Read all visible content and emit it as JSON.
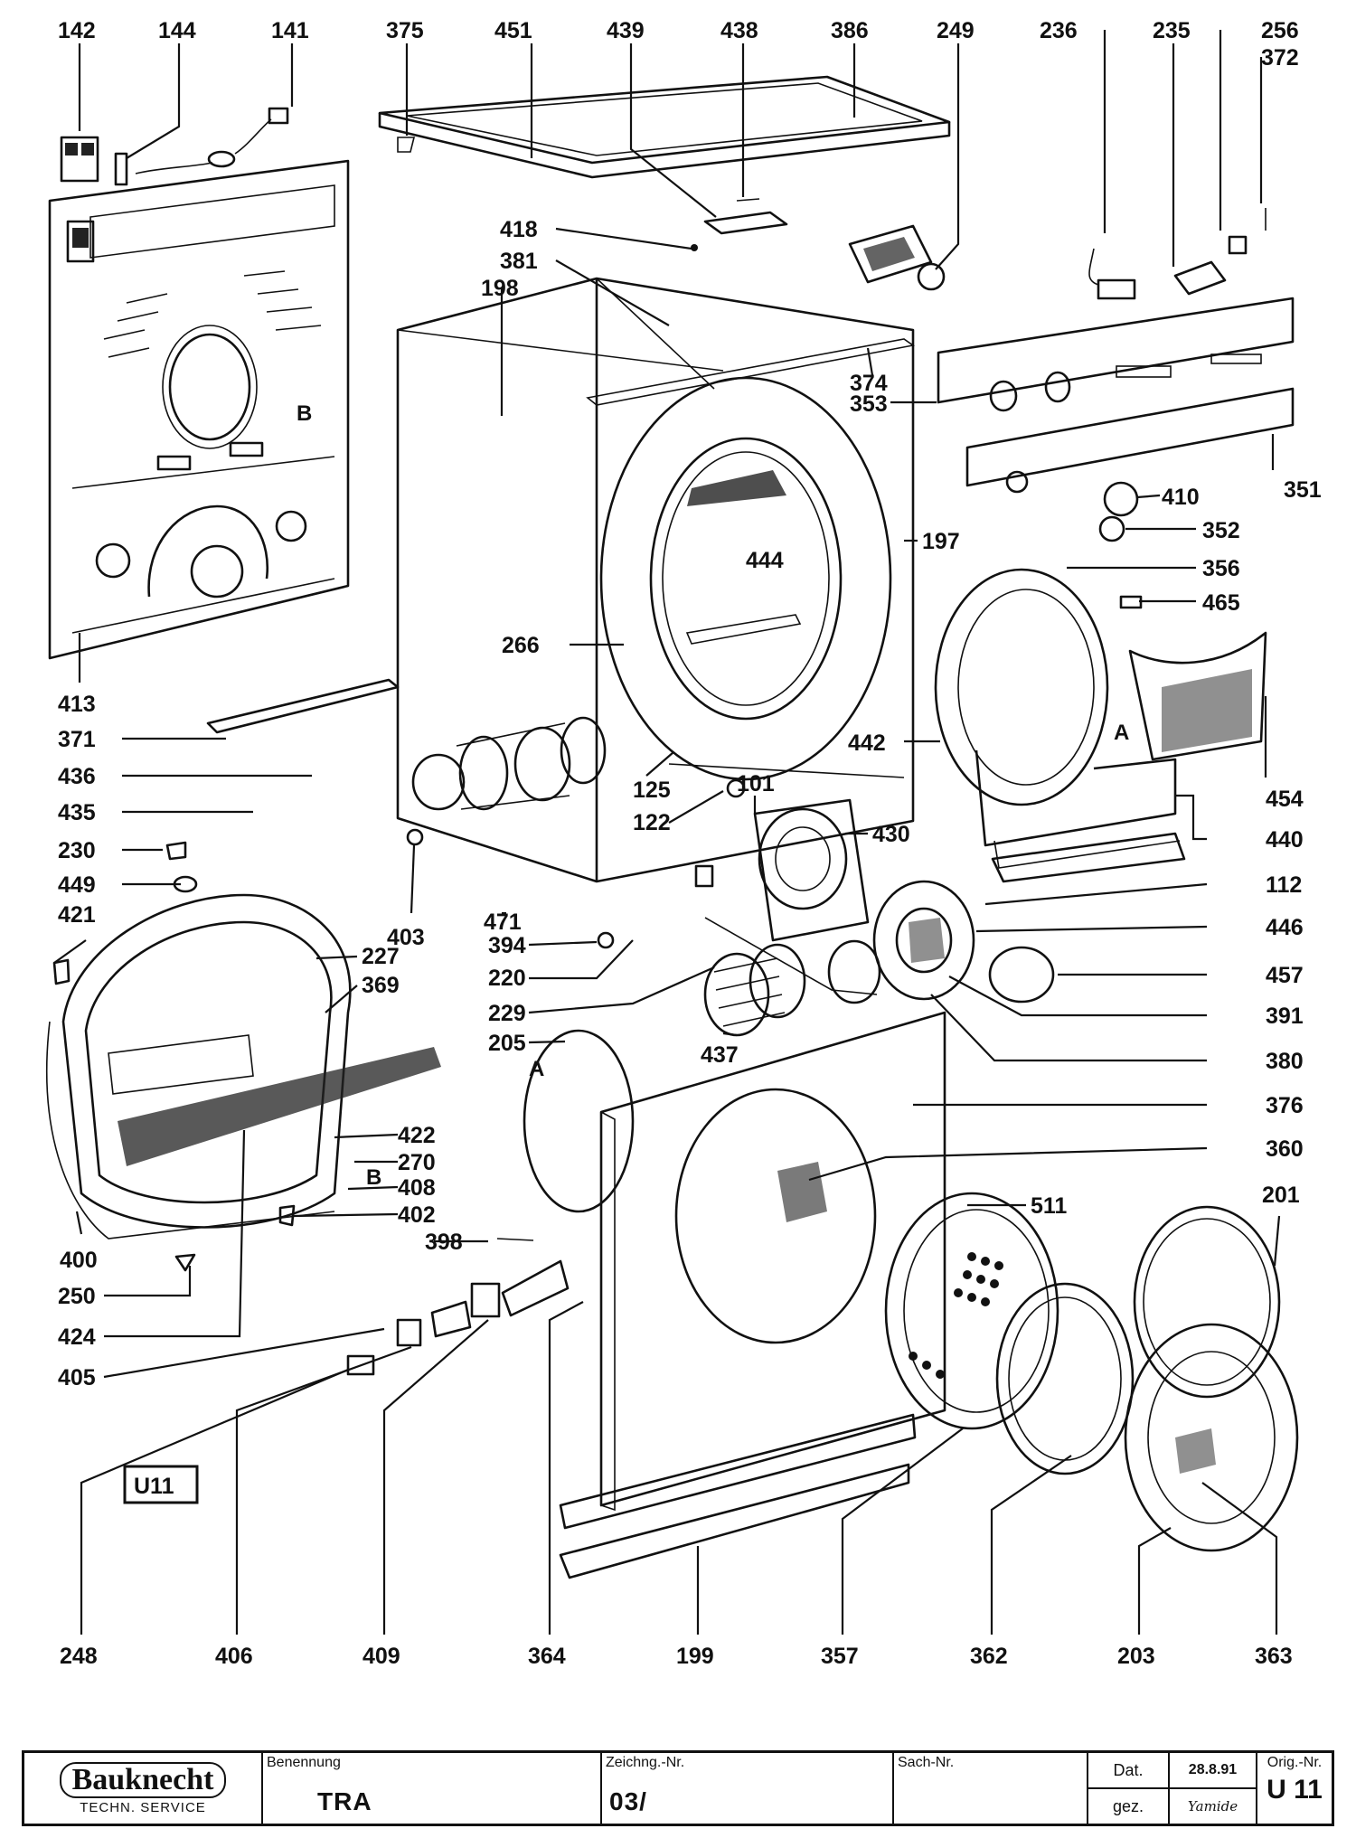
{
  "diagram": {
    "sheet_badge": "U11",
    "reference_letters": [
      "A",
      "A",
      "B",
      "B"
    ],
    "callouts": [
      {
        "id": "c142",
        "label": "142"
      },
      {
        "id": "c144",
        "label": "144"
      },
      {
        "id": "c141",
        "label": "141"
      },
      {
        "id": "c375",
        "label": "375"
      },
      {
        "id": "c451",
        "label": "451"
      },
      {
        "id": "c439",
        "label": "439"
      },
      {
        "id": "c438",
        "label": "438"
      },
      {
        "id": "c386",
        "label": "386"
      },
      {
        "id": "c249",
        "label": "249"
      },
      {
        "id": "c236",
        "label": "236"
      },
      {
        "id": "c235",
        "label": "235"
      },
      {
        "id": "c256",
        "label": "256"
      },
      {
        "id": "c372",
        "label": "372"
      },
      {
        "id": "c418",
        "label": "418"
      },
      {
        "id": "c381",
        "label": "381"
      },
      {
        "id": "c198",
        "label": "198"
      },
      {
        "id": "c374",
        "label": "374"
      },
      {
        "id": "c353",
        "label": "353"
      },
      {
        "id": "c351",
        "label": "351"
      },
      {
        "id": "c410",
        "label": "410"
      },
      {
        "id": "c352",
        "label": "352"
      },
      {
        "id": "c197",
        "label": "197"
      },
      {
        "id": "c444",
        "label": "444"
      },
      {
        "id": "c356",
        "label": "356"
      },
      {
        "id": "c465",
        "label": "465"
      },
      {
        "id": "c266",
        "label": "266"
      },
      {
        "id": "c413",
        "label": "413"
      },
      {
        "id": "c371",
        "label": "371"
      },
      {
        "id": "c442",
        "label": "442"
      },
      {
        "id": "c454",
        "label": "454"
      },
      {
        "id": "c436",
        "label": "436"
      },
      {
        "id": "c125",
        "label": "125"
      },
      {
        "id": "c101",
        "label": "101"
      },
      {
        "id": "c435",
        "label": "435"
      },
      {
        "id": "c122",
        "label": "122"
      },
      {
        "id": "c430",
        "label": "430"
      },
      {
        "id": "c440",
        "label": "440"
      },
      {
        "id": "c230",
        "label": "230"
      },
      {
        "id": "c449",
        "label": "449"
      },
      {
        "id": "c112",
        "label": "112"
      },
      {
        "id": "c421",
        "label": "421"
      },
      {
        "id": "c403",
        "label": "403"
      },
      {
        "id": "c471",
        "label": "471"
      },
      {
        "id": "c446",
        "label": "446"
      },
      {
        "id": "c394",
        "label": "394"
      },
      {
        "id": "c227",
        "label": "227"
      },
      {
        "id": "c369",
        "label": "369"
      },
      {
        "id": "c220",
        "label": "220"
      },
      {
        "id": "c457",
        "label": "457"
      },
      {
        "id": "c229",
        "label": "229"
      },
      {
        "id": "c391",
        "label": "391"
      },
      {
        "id": "c205",
        "label": "205"
      },
      {
        "id": "c437",
        "label": "437"
      },
      {
        "id": "c380",
        "label": "380"
      },
      {
        "id": "c376",
        "label": "376"
      },
      {
        "id": "c422",
        "label": "422"
      },
      {
        "id": "c270",
        "label": "270"
      },
      {
        "id": "c360",
        "label": "360"
      },
      {
        "id": "c408",
        "label": "408"
      },
      {
        "id": "c402",
        "label": "402"
      },
      {
        "id": "c511",
        "label": "511"
      },
      {
        "id": "c201",
        "label": "201"
      },
      {
        "id": "c400",
        "label": "400"
      },
      {
        "id": "c398",
        "label": "398"
      },
      {
        "id": "c250",
        "label": "250"
      },
      {
        "id": "c424",
        "label": "424"
      },
      {
        "id": "c405",
        "label": "405"
      },
      {
        "id": "c248",
        "label": "248"
      },
      {
        "id": "c406",
        "label": "406"
      },
      {
        "id": "c409",
        "label": "409"
      },
      {
        "id": "c364",
        "label": "364"
      },
      {
        "id": "c199",
        "label": "199"
      },
      {
        "id": "c357",
        "label": "357"
      },
      {
        "id": "c362",
        "label": "362"
      },
      {
        "id": "c203",
        "label": "203"
      },
      {
        "id": "c363",
        "label": "363"
      }
    ]
  },
  "title_block": {
    "brand": "Bauknecht",
    "brand_sub": "TECHN. SERVICE",
    "benennung_caption": "Benennung",
    "benennung_value": "TRA",
    "zeichnung_caption": "Zeichng.-Nr.",
    "zeichnung_value": "03/",
    "sach_caption": "Sach-Nr.",
    "dat_caption": "Dat.",
    "dat_value": "28.8.91",
    "gez_caption": "gez.",
    "gez_value": "Yamide",
    "orig_caption": "Orig.-Nr.",
    "orig_value": "U 11"
  }
}
